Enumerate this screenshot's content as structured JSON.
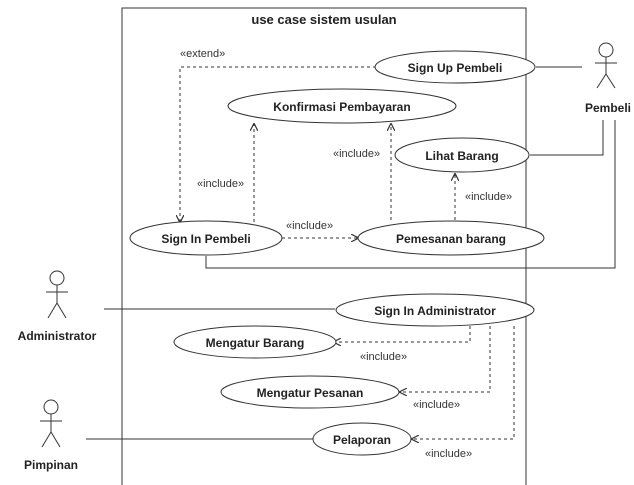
{
  "system": {
    "title": "use case sistem usulan"
  },
  "actors": {
    "pembeli": "Pembeli",
    "administrator": "Administrator",
    "pimpinan": "Pimpinan"
  },
  "use_cases": {
    "sign_up_pembeli": "Sign Up Pembeli",
    "konfirmasi_pembayaran": "Konfirmasi Pembayaran",
    "lihat_barang": "Lihat Barang",
    "sign_in_pembeli": "Sign In Pembeli",
    "pemesanan_barang": "Pemesanan barang",
    "sign_in_administrator": "Sign In Administrator",
    "mengatur_barang": "Mengatur Barang",
    "mengatur_pesanan": "Mengatur Pesanan",
    "pelaporan": "Pelaporan"
  },
  "relations": {
    "extend": "«extend»",
    "include": "«include»"
  }
}
